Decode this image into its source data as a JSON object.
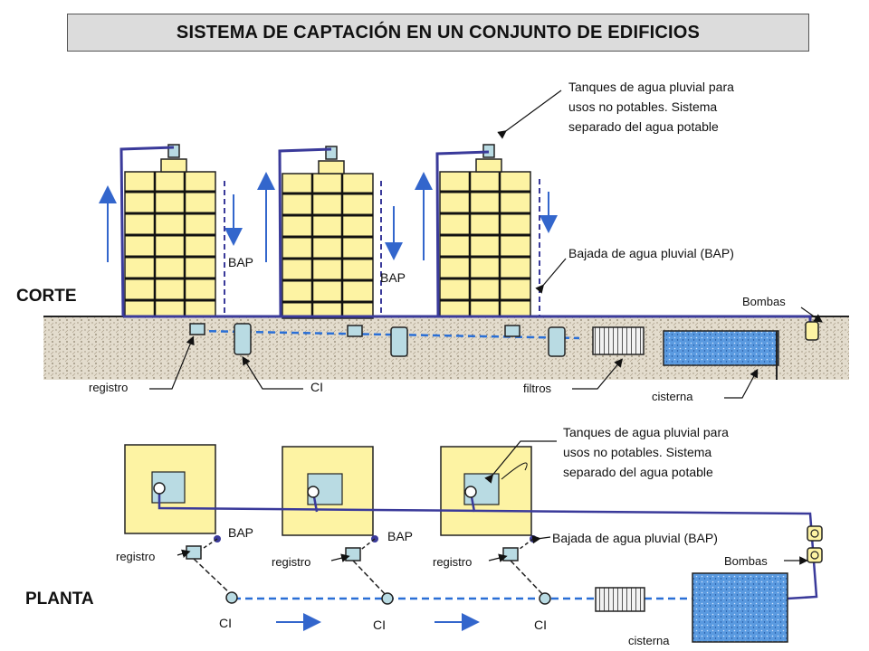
{
  "title": "SISTEMA DE CAPTACIÓN EN UN CONJUNTO DE EDIFICIOS",
  "colors": {
    "building": "#fdf3a3",
    "tank": "#b9dbe3",
    "pipe": "#3a3a9a",
    "dashed_pipe": "#2a6fd6",
    "arrow": "#3366cc",
    "ground": "#d8d0c0",
    "cistern": "#3b7fd4"
  },
  "corte": {
    "section_label": "CORTE",
    "bap_1": "BAP",
    "bap_2": "BAP",
    "tanques_note": [
      "Tanques de agua pluvial para",
      "usos no potables. Sistema",
      "separado del agua potable"
    ],
    "bajada_note": "Bajada de agua pluvial (BAP)",
    "bombas": "Bombas",
    "registro": "registro",
    "ci": "CI",
    "filtros": "filtros",
    "cisterna": "cisterna"
  },
  "planta": {
    "section_label": "PLANTA",
    "bap_1": "BAP",
    "bap_2": "BAP",
    "tanques_note": [
      "Tanques de agua pluvial para",
      "usos no potables. Sistema",
      "separado del agua potable"
    ],
    "bajada_note": "Bajada de agua pluvial (BAP)",
    "bombas": "Bombas",
    "registro_1": "registro",
    "registro_2": "registro",
    "registro_3": "registro",
    "ci_1": "CI",
    "ci_2": "CI",
    "ci_3": "CI",
    "cisterna": "cisterna"
  }
}
